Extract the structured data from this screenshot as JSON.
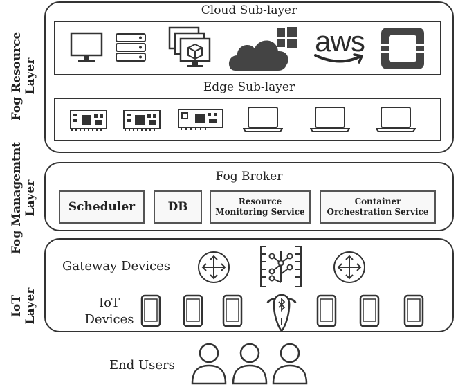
{
  "layers": {
    "resource": {
      "label_line1": "Fog Resource",
      "label_line2": "Layer"
    },
    "management": {
      "label_line1": "Fog Managemtnt",
      "label_line2": "Layer"
    },
    "iot": {
      "label_line1": "IoT",
      "label_line2": "Layer"
    }
  },
  "cloud": {
    "title": "Cloud Sub-layer",
    "icons": [
      "monitor-icon",
      "server-rack-icon",
      "virtual-machines-icon",
      "cloud-windows-icon",
      "aws-logo-icon",
      "openstack-logo-icon"
    ],
    "aws_text": "aws"
  },
  "edge": {
    "title": "Edge Sub-layer",
    "icons": [
      "circuit-board-icon",
      "circuit-board-icon",
      "circuit-board-icon",
      "laptop-icon",
      "laptop-icon",
      "laptop-icon"
    ]
  },
  "broker": {
    "title": "Fog Broker",
    "services": {
      "scheduler": "Scheduler",
      "db": "DB",
      "monitoring_line1": "Resource",
      "monitoring_line2": "Monitoring Service",
      "container_line1": "Container",
      "container_line2": "Orchestration Service"
    }
  },
  "iot": {
    "gateway_label": "Gateway Devices",
    "devices_line1": "IoT",
    "devices_line2": "Devices",
    "icons": [
      "router-icon",
      "ai-processor-icon",
      "router-icon",
      "smartphone-icon",
      "bluetooth-earpiece-icon"
    ]
  },
  "users": {
    "label": "End Users"
  }
}
